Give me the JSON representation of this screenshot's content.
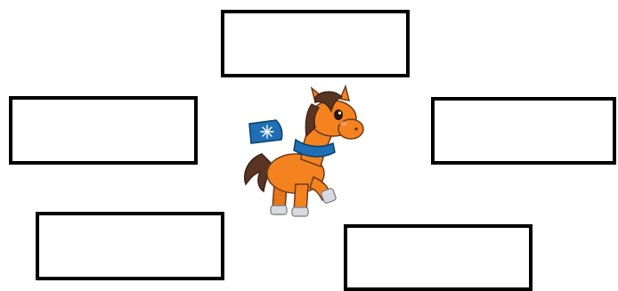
{
  "boxes": [
    {
      "id": "box-top",
      "text": ""
    },
    {
      "id": "box-left",
      "text": ""
    },
    {
      "id": "box-right",
      "text": ""
    },
    {
      "id": "box-bottom-left",
      "text": ""
    },
    {
      "id": "box-bottom-right",
      "text": ""
    }
  ],
  "illustration": {
    "icon": "pony-with-scarf-icon",
    "colors": {
      "body": "#F4821F",
      "mane": "#5A3423",
      "scarf": "#1E6FB5",
      "hooves": "#D9D9E0",
      "outline": "#6B3A1E"
    }
  }
}
